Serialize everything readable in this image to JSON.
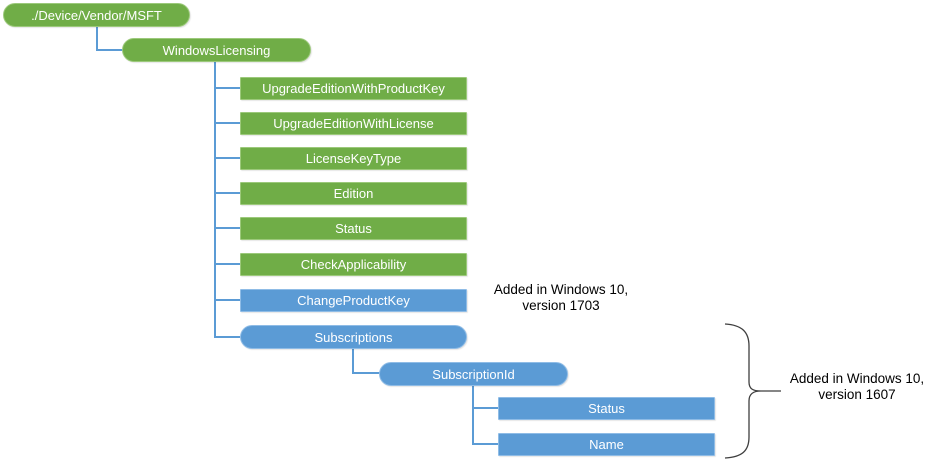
{
  "diagram": {
    "root": {
      "label": "./Device/Vendor/MSFT"
    },
    "level2": {
      "label": "WindowsLicensing"
    },
    "children": [
      {
        "label": "UpgradeEditionWithProductKey",
        "color": "green",
        "shape": "rect"
      },
      {
        "label": "UpgradeEditionWithLicense",
        "color": "green",
        "shape": "rect"
      },
      {
        "label": "LicenseKeyType",
        "color": "green",
        "shape": "rect"
      },
      {
        "label": "Edition",
        "color": "green",
        "shape": "rect"
      },
      {
        "label": "Status",
        "color": "green",
        "shape": "rect"
      },
      {
        "label": "CheckApplicability",
        "color": "green",
        "shape": "rect"
      },
      {
        "label": "ChangeProductKey",
        "color": "blue",
        "shape": "rect"
      },
      {
        "label": "Subscriptions",
        "color": "blue",
        "shape": "pill"
      }
    ],
    "subscription_node": {
      "label": "SubscriptionId"
    },
    "subscription_children": [
      {
        "label": "Status"
      },
      {
        "label": "Name"
      }
    ]
  },
  "annotations": {
    "v1703": {
      "line1": "Added in Windows 10,",
      "line2": "version 1703"
    },
    "v1607": {
      "line1": "Added in Windows 10,",
      "line2": "version 1607"
    }
  },
  "colors": {
    "green_fill": "#70AD47",
    "green_border": "#9cc97b",
    "blue_fill": "#5B9BD5",
    "blue_border": "#8fbce6",
    "connector": "#5B9BD5",
    "brace": "#3f3f3f",
    "annotation_text": "#000000"
  }
}
